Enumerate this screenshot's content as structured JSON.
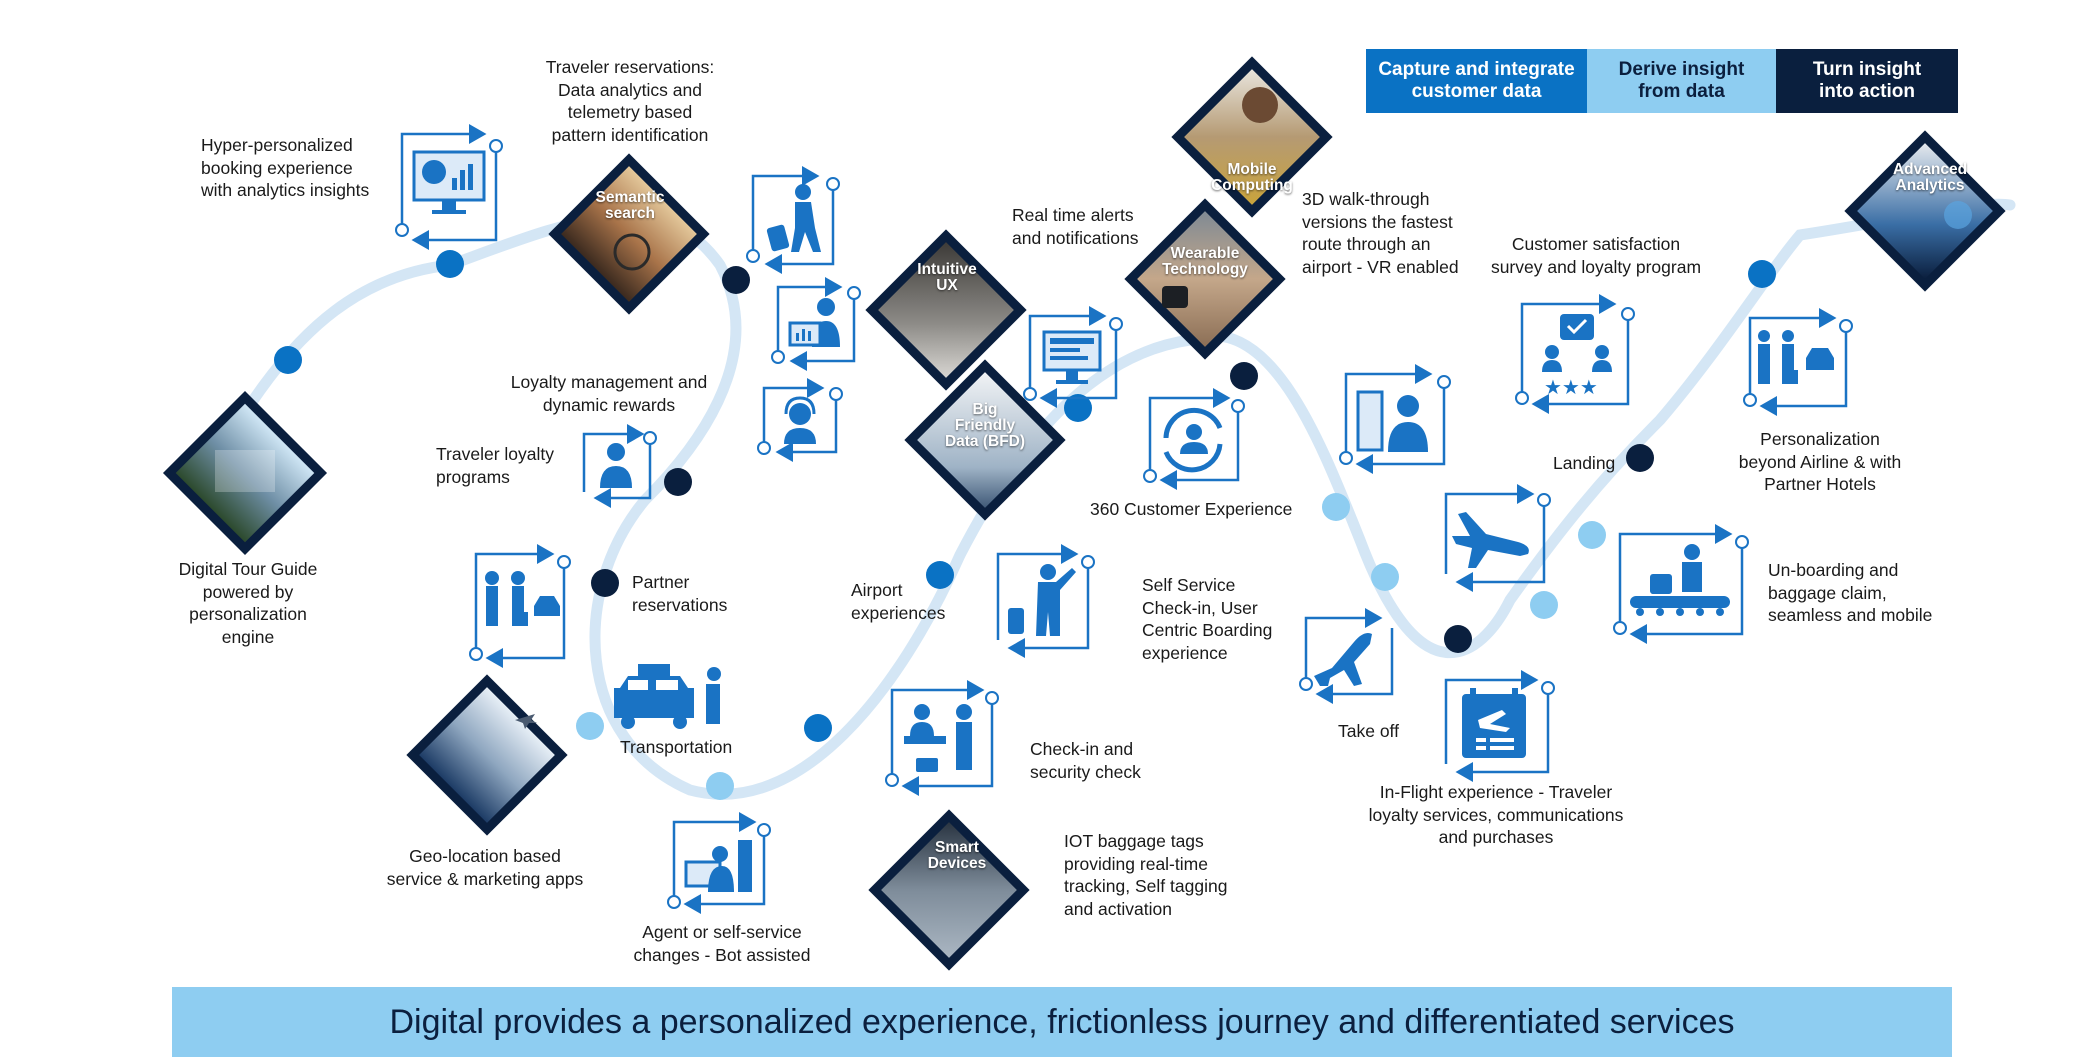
{
  "legend": {
    "capture": "Capture and integrate\ncustomer data",
    "derive": "Derive insight\nfrom data",
    "action": "Turn insight\ninto action"
  },
  "colors": {
    "capture": "#0a72c4",
    "derive": "#8ecdf1",
    "action": "#0a1f3e",
    "path": "#d4e6f5",
    "footer_bg": "#8ecdf1",
    "footer_text": "#0b1f3e"
  },
  "diamonds": {
    "semantic_search": "Semantic\nsearch",
    "intuitive_ux": "Intuitive\nUX",
    "big_friendly_data": "Big\nFriendly\nData (BFD)",
    "mobile_computing": "Mobile\nComputing",
    "wearable_technology": "Wearable\nTechnology",
    "smart_devices": "Smart\nDevices",
    "advanced_analytics": "Advanced\nAnalytics"
  },
  "labels": {
    "digital_tour_guide": "Digital Tour Guide\npowered by\npersonalization\nengine",
    "hyper_personalized": "Hyper-personalized\nbooking experience\nwith analytics insights",
    "traveler_reservations": "Traveler reservations:\nData analytics and\ntelemetry based\npattern identification",
    "loyalty_management": "Loyalty management and\ndynamic rewards",
    "traveler_loyalty": "Traveler loyalty\nprograms",
    "partner_reservations": "Partner\nreservations",
    "transportation": "Transportation",
    "geo_location": "Geo-location based\nservice & marketing apps",
    "agent_self_service": "Agent or self-service\nchanges - Bot assisted",
    "airport_experiences": "Airport\nexperiences",
    "real_time_alerts": "Real time alerts\nand notifications",
    "walk_through": "3D walk-through\nversions the fastest\nroute through an\nairport - VR enabled",
    "customer_360": "360 Customer Experience",
    "self_service_checkin": "Self Service\nCheck-in, User\nCentric Boarding\nexperience",
    "checkin_security": "Check-in and\nsecurity check",
    "iot_baggage": "IOT baggage tags\nproviding real-time\ntracking, Self tagging\nand activation",
    "customer_satisfaction": "Customer satisfaction\nsurvey and loyalty program",
    "landing": "Landing",
    "take_off": "Take off",
    "in_flight": "In-Flight experience - Traveler\nloyalty services, communications\nand purchases",
    "personalization_partner_hotels": "Personalization\nbeyond Airline & with\nPartner Hotels",
    "unboarding": "Un-boarding and\nbaggage claim,\nseamless and mobile"
  },
  "icons": [
    "laptop-analytics-icon",
    "traveler-luggage-icon",
    "agent-desk-icon",
    "headset-support-icon",
    "traveler-loyalty-icon",
    "partner-exchange-icon",
    "taxi-icon",
    "agent-kiosk-icon",
    "alerts-screen-icon",
    "customer-360-icon",
    "self-checkin-icon",
    "checkin-counter-icon",
    "kiosk-agent-icon",
    "landing-plane-icon",
    "takeoff-plane-icon",
    "inflight-board-icon",
    "satisfaction-survey-icon",
    "hotel-partner-icon",
    "baggage-claim-icon"
  ],
  "footer": {
    "text": "Digital provides a personalized experience, frictionless journey and differentiated services"
  }
}
